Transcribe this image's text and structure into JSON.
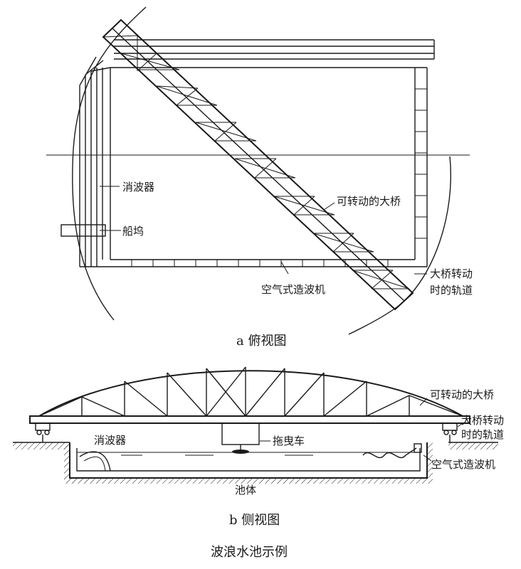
{
  "top_view": {
    "caption": "a  俯视图",
    "labels": {
      "wave_absorber": "消波器",
      "dock": "船坞",
      "rotating_bridge": "可转动的大桥",
      "wave_maker": "空气式造波机",
      "track_line1": "大桥转动",
      "track_line2": "时的轨道"
    }
  },
  "side_view": {
    "caption": "b  侧视图",
    "labels": {
      "rotating_bridge": "可转动的大桥",
      "track_line1": "大桥转动",
      "track_line2": "时的轨道",
      "wave_absorber": "消波器",
      "carriage": "拖曳车",
      "wave_maker": "空气式造波机",
      "basin_body": "池体"
    }
  },
  "figure_title": "波浪水池示例"
}
